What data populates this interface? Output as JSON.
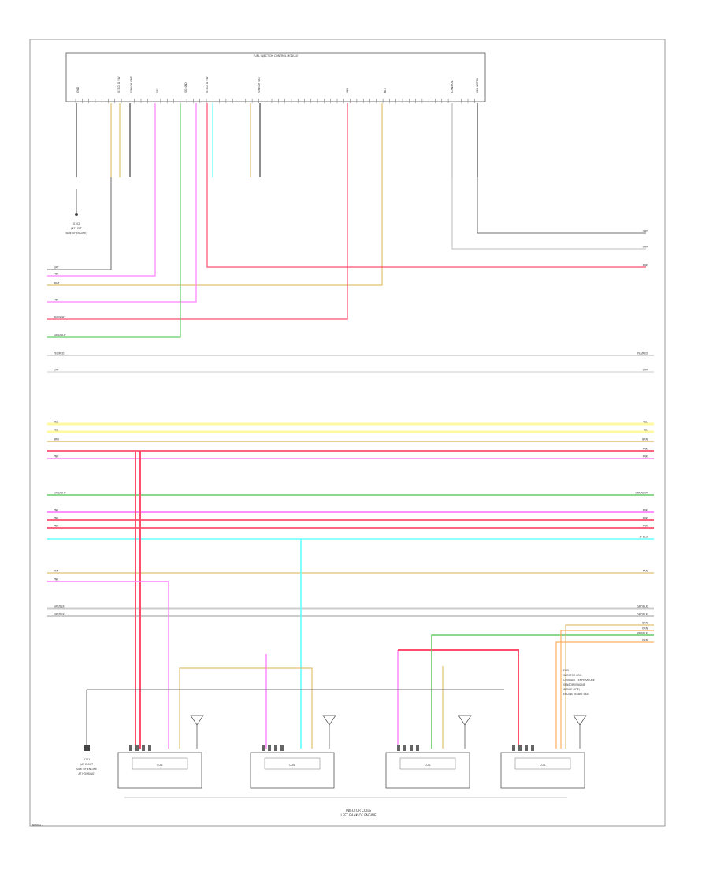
{
  "diagram": {
    "module_title": "FUEL INJECTION CONTROL MODULE",
    "footer_code": "WIRING 2",
    "bottom_caption_line1": "INJECTOR COILS",
    "bottom_caption_line2": "LEFT BANK OF ENGINE",
    "note_text": [
      "FUEL",
      "INJECTOR COIL",
      "COOLANT TEMPERATURE",
      "SENSOR (ENGINE",
      "INTAKE SIDE)",
      "ENGINE INTAKE SIDE"
    ],
    "ground_left_top": [
      "G102",
      "(AT LEFT",
      "SIDE OF ENGINE)"
    ],
    "ground_left_bottom": [
      "G101",
      "(AT RIGHT",
      "SIDE OF ENGINE",
      "AT HOUSING)"
    ],
    "module_pins": [
      "GND",
      "IG SIG IG SW",
      "SENSOR GND",
      "SIG",
      "SIG GND",
      "IG SIG IG SW",
      "SENSOR SIG",
      "IGN",
      "BAT",
      "CONTROL",
      "IGN SWITCH"
    ],
    "left_row_labels": [
      "GRY",
      "PNK",
      "WHT",
      "PNK",
      "RED/WHT",
      "GRN/WHT",
      "YEL/RED",
      "GRY",
      "YEL",
      "YEL",
      "BRN",
      "PNK",
      "GRN/WHT",
      "PNK",
      "PNK",
      "PNK",
      "TAN",
      "PNK",
      "GRY/BLK",
      "GRY/BLK"
    ],
    "right_row_labels": [
      "GRY",
      "GRY",
      "PNK",
      "YEL/RED",
      "GRY",
      "YEL",
      "YEL",
      "BRN",
      "PNK",
      "PNK",
      "GRN/WHT",
      "PNK",
      "PNK",
      "PNK",
      "LT BLU",
      "TAN",
      "GRY/BLK",
      "GRY/BLK",
      "BRN",
      "ORN",
      "GRN/BLK",
      "ORN"
    ],
    "coil_labels": [
      "COIL",
      "COIL",
      "COIL",
      "COIL"
    ]
  },
  "colors": {
    "pink": "#ff80ff",
    "red": "#ff4d6d",
    "yellow": "#fff8a0",
    "tan": "#e0c070",
    "green": "#66cc66",
    "cyan": "#66ffff",
    "orange": "#ffb060",
    "gray": "#888888",
    "black": "#444444"
  }
}
